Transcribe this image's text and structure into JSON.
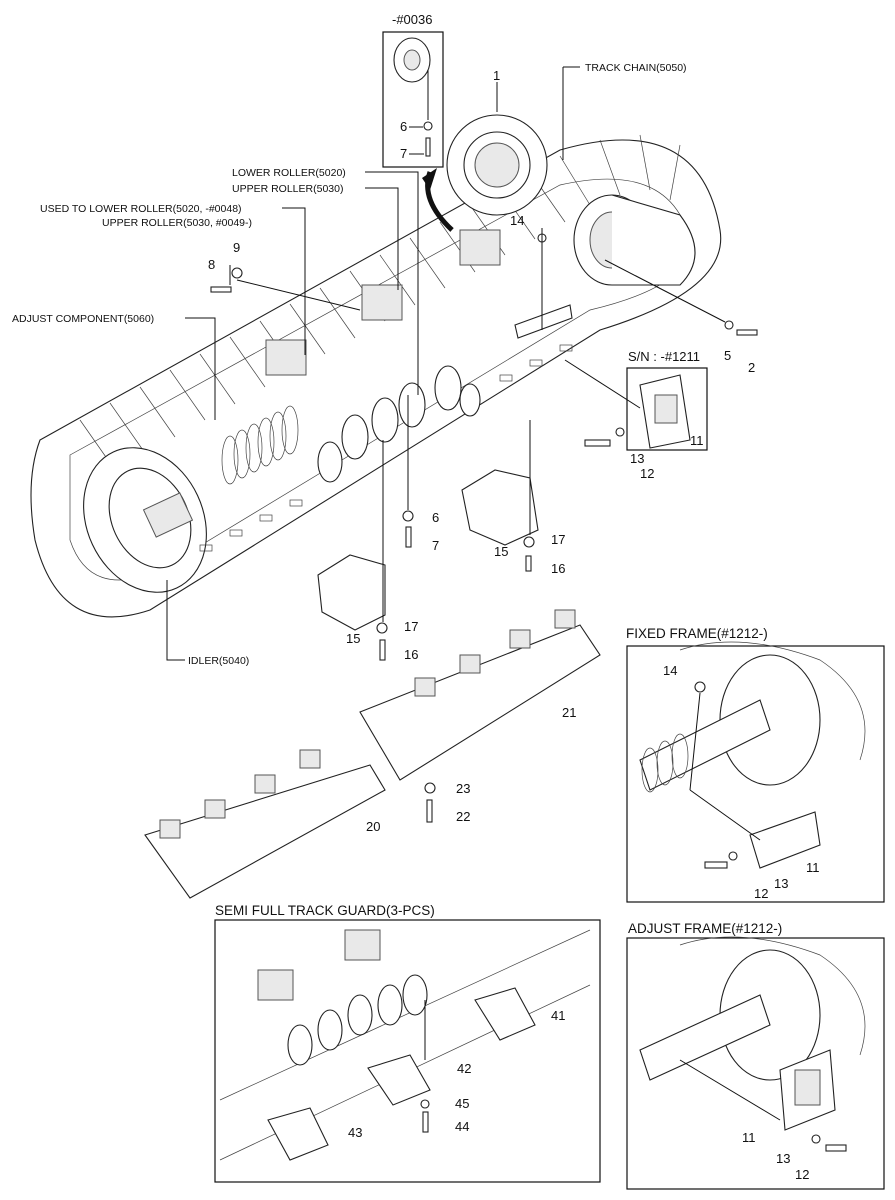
{
  "inset_top": {
    "label": "-#0036"
  },
  "labels": {
    "track_chain": "TRACK CHAIN(5050)",
    "lower_roller": "LOWER ROLLER(5020)",
    "upper_roller": "UPPER ROLLER(5030)",
    "used_to_line1": "USED TO LOWER ROLLER(5020, -#0048)",
    "used_to_line2": "UPPER ROLLER(5030, #0049-)",
    "adjust_component": "ADJUST COMPONENT(5060)",
    "idler": "IDLER(5040)",
    "sn": "S/N : -#1211"
  },
  "panels": {
    "fixed_frame": "FIXED FRAME(#1212-)",
    "adjust_frame": "ADJUST FRAME(#1212-)",
    "semi_full": "SEMI FULL TRACK GUARD(3-PCS)"
  },
  "callouts": {
    "c1": "1",
    "c2": "2",
    "c5": "5",
    "c6a": "6",
    "c7a": "7",
    "c8": "8",
    "c9": "9",
    "c14": "14",
    "c11": "11",
    "c12": "12",
    "c13": "13",
    "c6b": "6",
    "c7b": "7",
    "c15a": "15",
    "c16a": "16",
    "c17a": "17",
    "c15b": "15",
    "c16b": "16",
    "c17b": "17",
    "c20": "20",
    "c21": "21",
    "c22": "22",
    "c23": "23",
    "ff14": "14",
    "ff11": "11",
    "ff12": "12",
    "ff13": "13",
    "af11": "11",
    "af12": "12",
    "af13": "13",
    "c41": "41",
    "c42": "42",
    "c43": "43",
    "c44": "44",
    "c45": "45"
  }
}
